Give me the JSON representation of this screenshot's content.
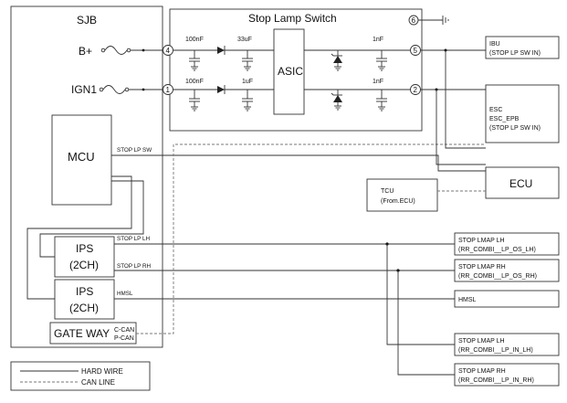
{
  "sjb": {
    "title": "SJB",
    "b_plus": "B+",
    "ign1": "IGN1",
    "mcu": "MCU",
    "ips1": [
      "IPS",
      "(2CH)"
    ],
    "ips2": [
      "IPS",
      "(2CH)"
    ],
    "gateway": "GATE WAY",
    "c_can": "C-CAN",
    "p_can": "P-CAN",
    "stop_lp_sw": "STOP LP SW",
    "stop_lp_lh": "STOP LP LH",
    "stop_lp_rh": "STOP LP RH",
    "hmsl_signal": "HMSL"
  },
  "switch": {
    "title": "Stop Lamp Switch",
    "asic": "ASIC",
    "cap_top": [
      "100nF",
      "33uF",
      "1nF"
    ],
    "cap_bottom": [
      "100nF",
      "1uF",
      "1nF"
    ],
    "pins": [
      "6",
      "4",
      "5",
      "1",
      "2"
    ]
  },
  "modules": {
    "ibu": [
      "IBU",
      "(STOP LP SW IN)"
    ],
    "esc": [
      "ESC",
      "ESC_EPB",
      "(STOP LP SW IN)"
    ],
    "ecu": "ECU",
    "tcu": [
      "TCU",
      "(From.ECU)"
    ],
    "lmap_lh_os": [
      "STOP LMAP LH",
      "(RR_COMBI__LP_OS_LH)"
    ],
    "lmap_rh_os": [
      "STOP LMAP RH",
      "(RR_COMBI__LP_OS_RH)"
    ],
    "hmsl": "HMSL",
    "lmap_lh_in": [
      "STOP LMAP LH",
      "(RR_COMBI__LP_IN_LH)"
    ],
    "lmap_rh_in": [
      "STOP LMAP RH",
      "(RR_COMBI__LP_IN_RH)"
    ]
  },
  "legend": {
    "hard_wire": "HARD WIRE",
    "can_line": "CAN LINE"
  }
}
